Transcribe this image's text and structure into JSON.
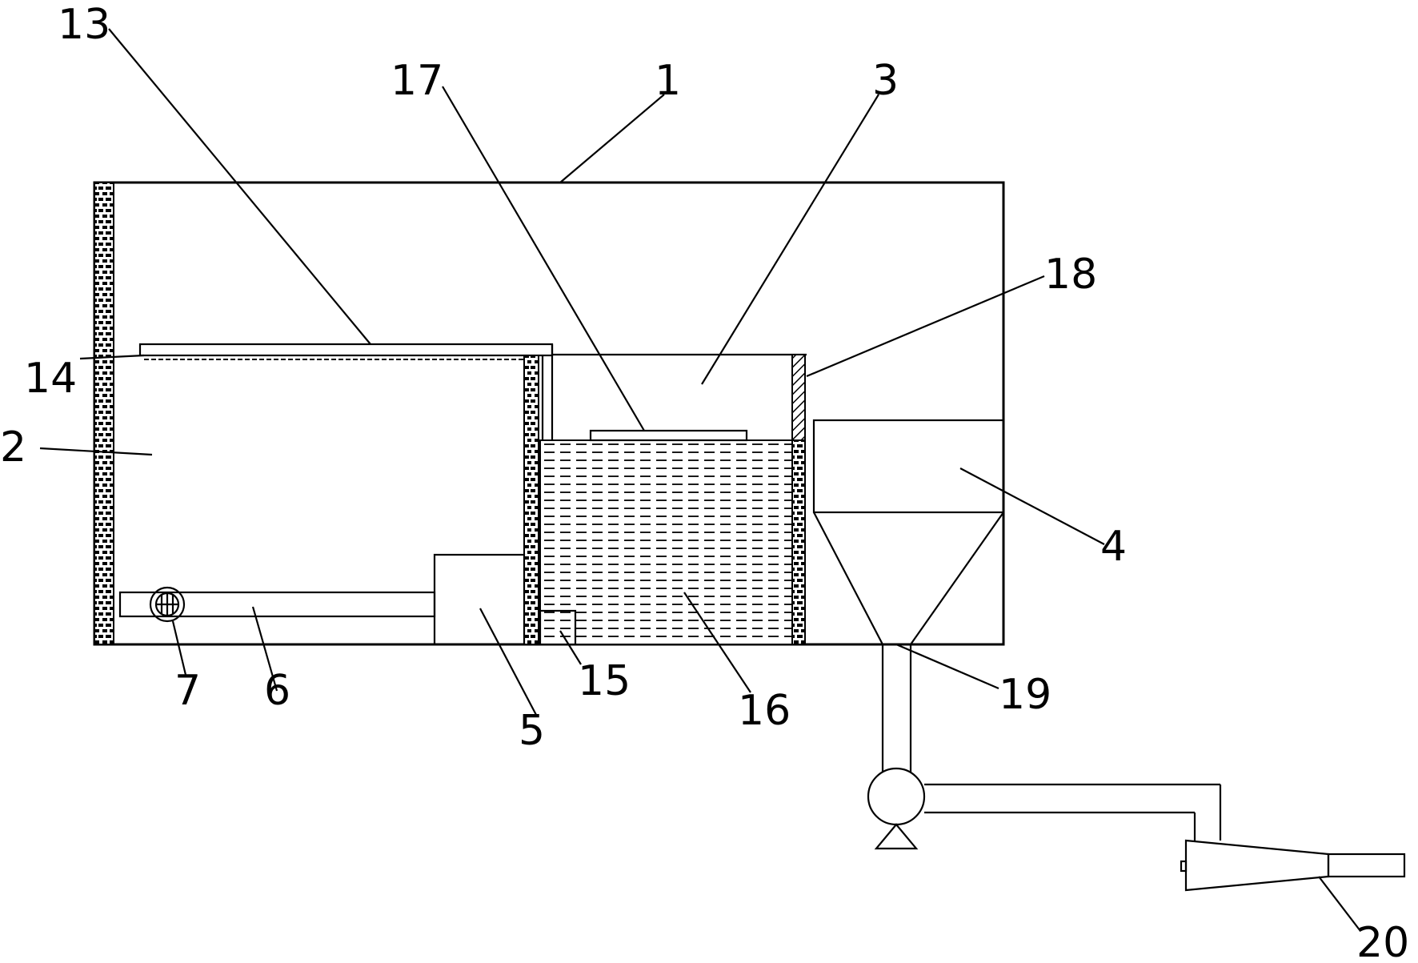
{
  "labels": {
    "l1": "1",
    "l2": "2",
    "l3": "3",
    "l4": "4",
    "l5": "5",
    "l6": "6",
    "l7": "7",
    "l13": "13",
    "l14": "14",
    "l15": "15",
    "l16": "16",
    "l17": "17",
    "l18": "18",
    "l19": "19",
    "l20": "20"
  }
}
